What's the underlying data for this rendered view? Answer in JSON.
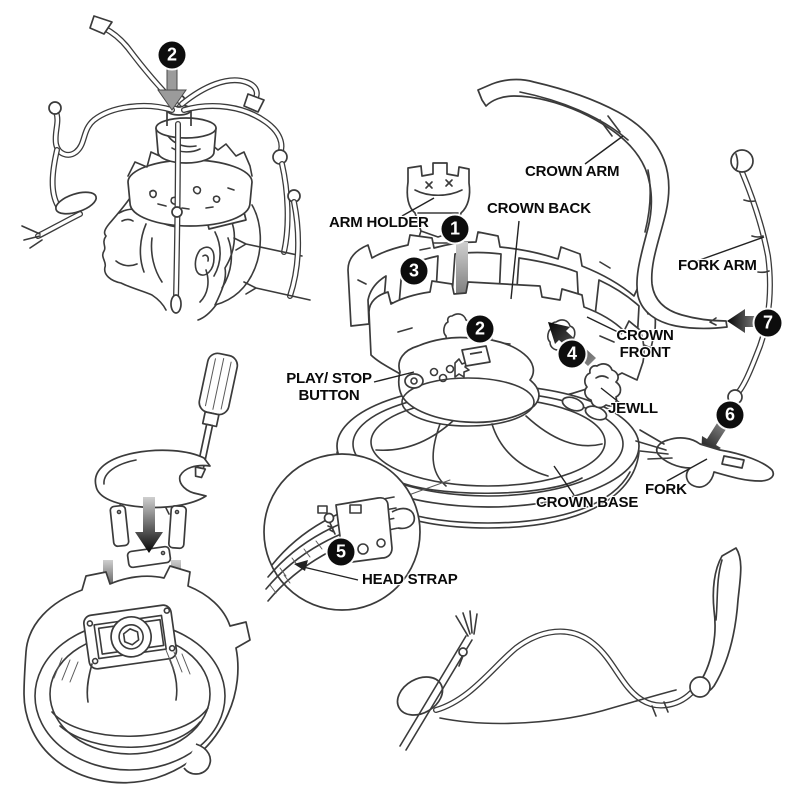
{
  "diagram": {
    "labels": {
      "crown_arm": "CROWN ARM",
      "arm_holder": "ARM HOLDER",
      "crown_back": "CROWN BACK",
      "fork_arm": "FORK ARM",
      "crown_front": "CROWN\nFRONT",
      "jewel": "JEWLL",
      "play_stop_button": "PLAY/ STOP\nBUTTON",
      "crown_base": "CROWN BASE",
      "fork": "FORK",
      "head_strap": "HEAD STRAP"
    },
    "steps": {
      "step1": "1",
      "step2": "2",
      "step3": "3",
      "step4": "4",
      "step5": "5",
      "step6": "6",
      "step7": "7"
    },
    "colors": {
      "background": "#ffffff",
      "ink": "#3b3b3b",
      "label_text": "#0a0a0a",
      "badge_bg": "#0d0d0d",
      "badge_text": "#ffffff",
      "arrow_gray": "#9b9b9b",
      "arrow_dark": "#0a0a0a"
    }
  }
}
